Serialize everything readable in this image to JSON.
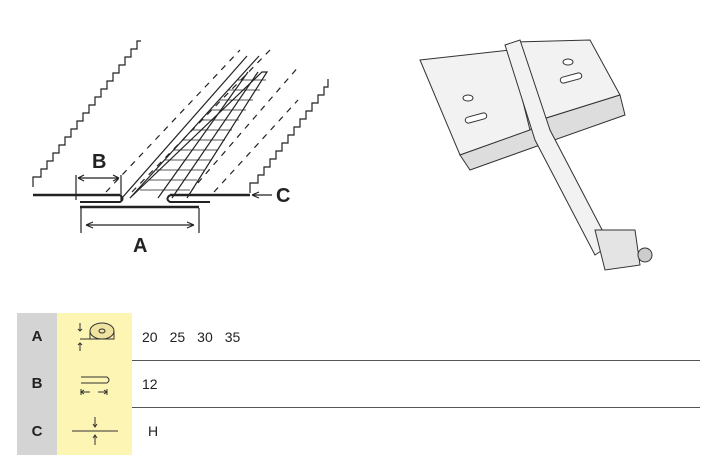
{
  "diagram": {
    "labels": {
      "a": "A",
      "b": "B",
      "c": "C"
    }
  },
  "spec_table": {
    "rows": [
      {
        "label": "A",
        "icon": "tape-width-icon",
        "values": [
          "20",
          "25",
          "30",
          "35"
        ]
      },
      {
        "label": "B",
        "icon": "fold-width-icon",
        "values": [
          "12"
        ]
      },
      {
        "label": "C",
        "icon": "material-thickness-icon",
        "values": [
          "H"
        ]
      }
    ]
  },
  "colors": {
    "label_bg": "#d4d4d4",
    "icon_bg": "#fdf5b3"
  }
}
